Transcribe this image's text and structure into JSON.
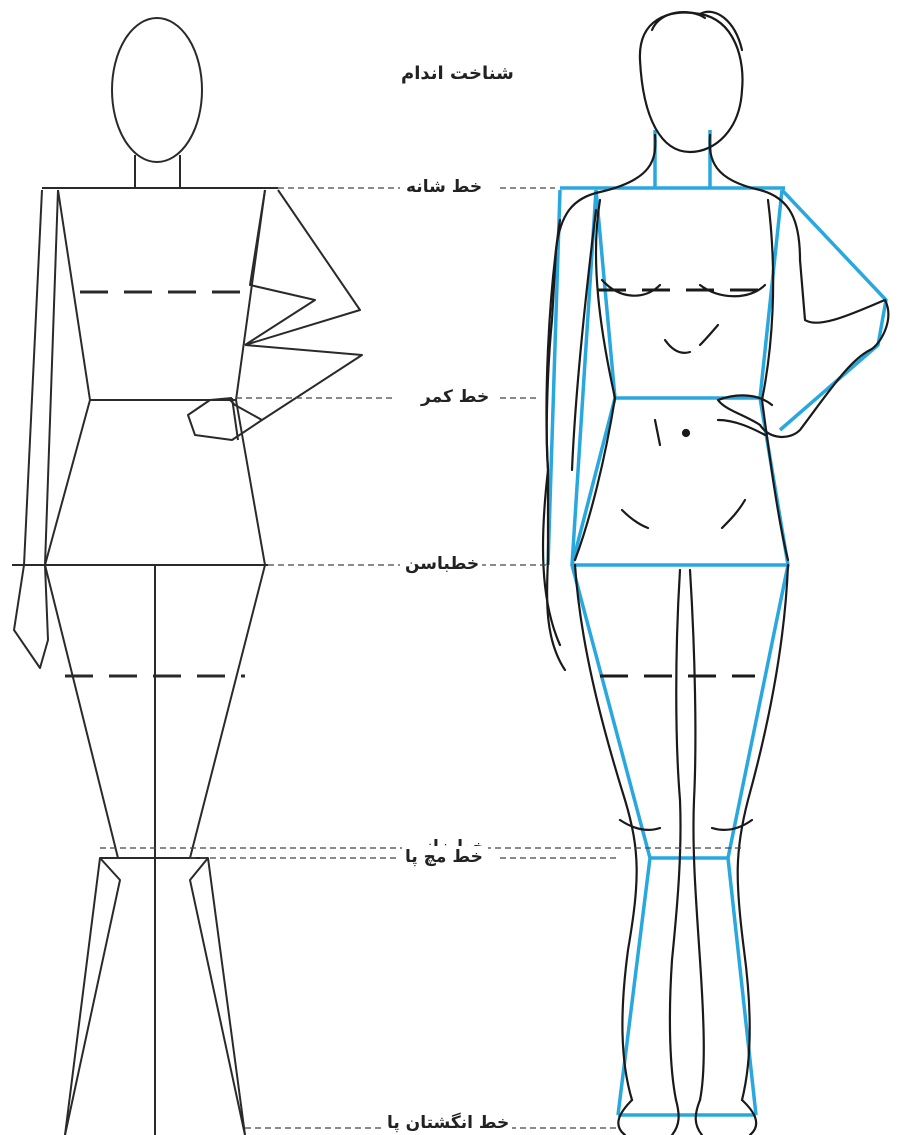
{
  "title": "شناخت اندام",
  "labels": {
    "shoulder": "خط شانه",
    "waist": "خط کمر",
    "hip": "خطباسن",
    "knee": "خط زانو",
    "ankle": "خط مچ پا",
    "toes": "خط انگشتان پا"
  },
  "colors": {
    "outline": "#2a2a2a",
    "guide_blue": "#29a8e0",
    "dashed": "#444444"
  }
}
